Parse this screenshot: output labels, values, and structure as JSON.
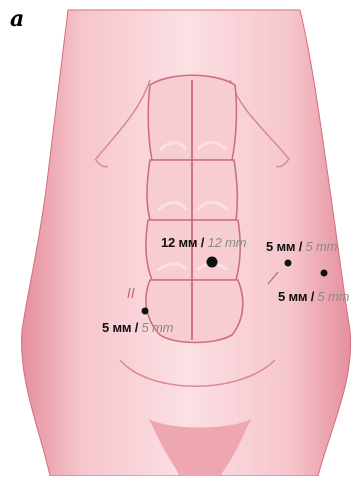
{
  "panel_letter": "a",
  "ports": [
    {
      "id": "umbilical",
      "size_ru": "12 мм",
      "separator": "/",
      "size_en": "12 mm"
    },
    {
      "id": "right-upper",
      "size_ru": "5 мм",
      "separator": "/",
      "size_en": "5 mm"
    },
    {
      "id": "right-lateral",
      "size_ru": "5 мм",
      "separator": "/",
      "size_en": "5 mm"
    },
    {
      "id": "left-lower",
      "size_ru": "5 мм",
      "separator": "/",
      "size_en": "5 mm"
    }
  ],
  "colors": {
    "skin": "#f5c3ca",
    "skin_light": "#fbe0e3",
    "skin_shadow": "#e58e9a",
    "outline": "#d66e7e",
    "port_dot": "#111111"
  }
}
